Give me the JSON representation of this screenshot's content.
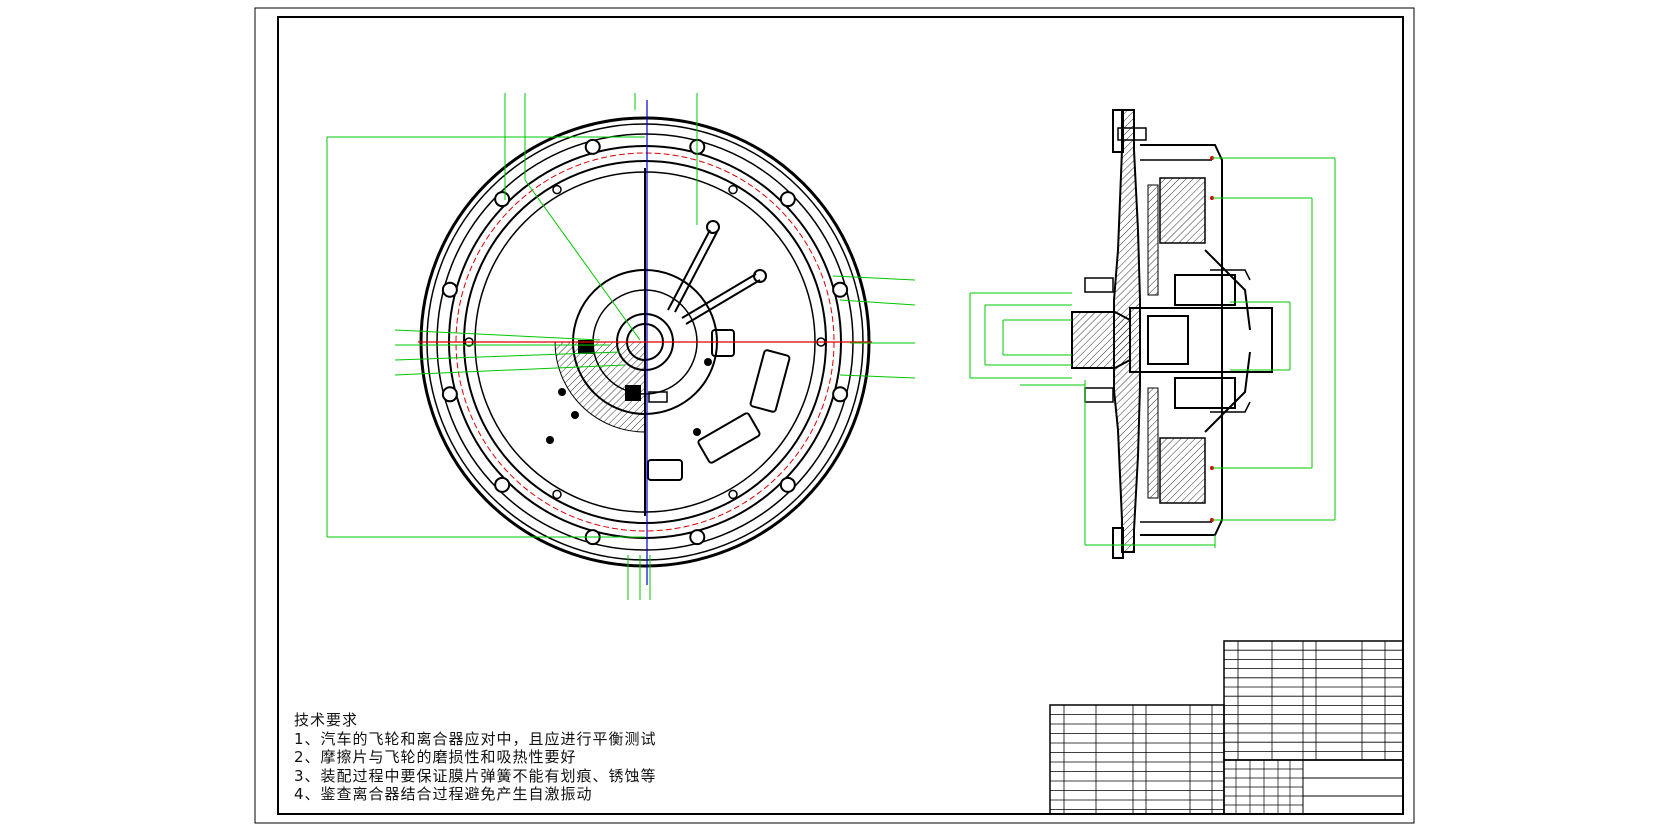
{
  "tech_requirements": {
    "heading": "技术要求",
    "items": [
      "1、汽车的飞轮和离合器应对中，且应进行平衡测试",
      "2、摩擦片与飞轮的磨损性和吸热性要好",
      "3、装配过程中要保证膜片弹簧不能有划痕、锈蚀等",
      "4、鉴查离合器结合过程避免产生自激振动"
    ]
  },
  "colors": {
    "outline": "#000000",
    "dimension": "#00c800",
    "centerline_blue": "#0000cc",
    "centerline_red": "#dd0000",
    "background": "#ffffff"
  }
}
